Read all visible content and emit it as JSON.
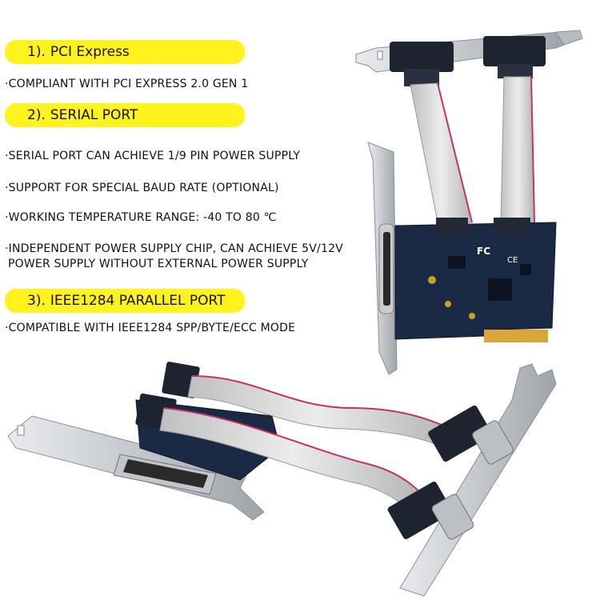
{
  "sections": [
    {
      "number": "1).",
      "title": "PCI Express"
    },
    {
      "number": "2).",
      "title": "SERIAL PORT"
    },
    {
      "number": "3).",
      "title": "IEEE1284 PARALLEL PORT"
    }
  ],
  "bullets": {
    "b1": "·COMPLIANT WITH PCI EXPRESS 2.0 GEN 1",
    "b2": "·SERIAL PORT CAN ACHIEVE 1/9 PIN POWER SUPPLY",
    "b3": "·SUPPORT FOR SPECIAL BAUD RATE (OPTIONAL)",
    "b4": "·WORKING TEMPERATURE RANGE: -40 TO 80 ℃",
    "b5_line1": "·INDEPENDENT POWER SUPPLY CHIP, CAN ACHIEVE 5V/12V",
    "b5_line2": "POWER SUPPLY WITHOUT EXTERNAL POWER SUPPLY",
    "b6": "·COMPATIBLE WITH IEEE1284 SPP/BYTE/ECC MODE"
  },
  "pcb_marks": {
    "fc": "FC",
    "ce": "CE"
  },
  "colors": {
    "banner": "#fff21d",
    "pcb": "#1b2a44",
    "bracket": "#c9ccd0",
    "cable": "#d6d6d6",
    "cable_stripe": "#c4326a",
    "connector": "#1e2330",
    "gold_fingers": "#d9a63a"
  }
}
